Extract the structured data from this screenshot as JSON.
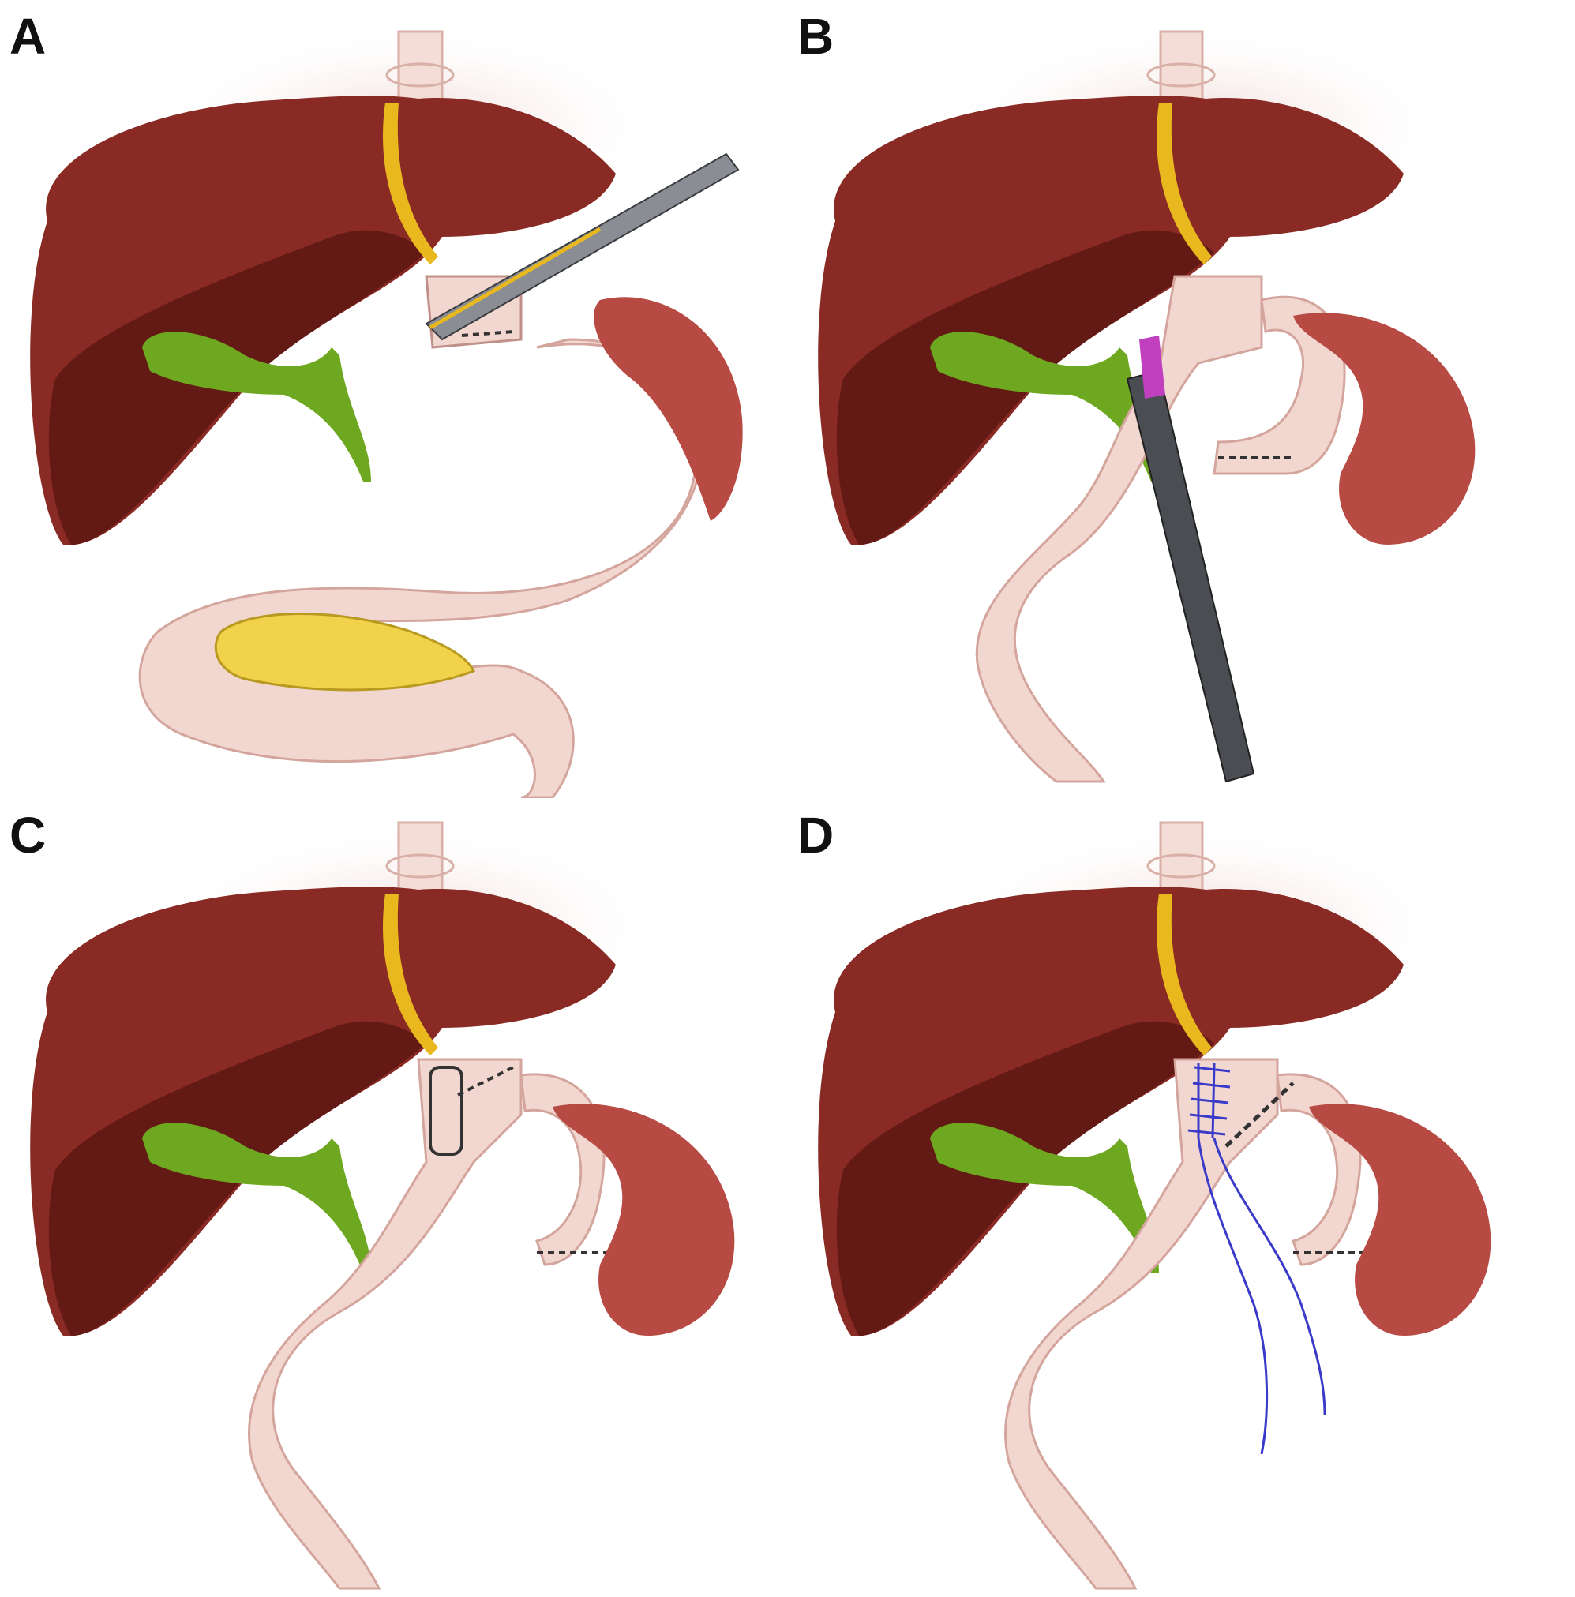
{
  "panels": [
    {
      "id": "A",
      "label": "A"
    },
    {
      "id": "B",
      "label": "B"
    },
    {
      "id": "C",
      "label": "C"
    },
    {
      "id": "D",
      "label": "D"
    }
  ],
  "colors": {
    "liver": "#8a2a24",
    "liver_dark": "#5c1612",
    "liver_shadow": "#4a100c",
    "ligament": "#e8b81e",
    "gallbladder": "#6ea820",
    "gallbladder_dark": "#3e6a0e",
    "stomach": "#f2d6d0",
    "stomach_edge": "#d4a59c",
    "esophagus": "#f4ddd6",
    "spleen": "#b84a44",
    "spleen_dark": "#8a2f2b",
    "pancreas": "#f2d24a",
    "instrument": "#4a4d52",
    "instrument_light": "#9aa0a6",
    "suture": "#3a3ac8",
    "staple": "#333333",
    "vessel_red": "#c8302a",
    "vessel_blue": "#4a8ac8",
    "pink_tube": "#c040c0"
  }
}
